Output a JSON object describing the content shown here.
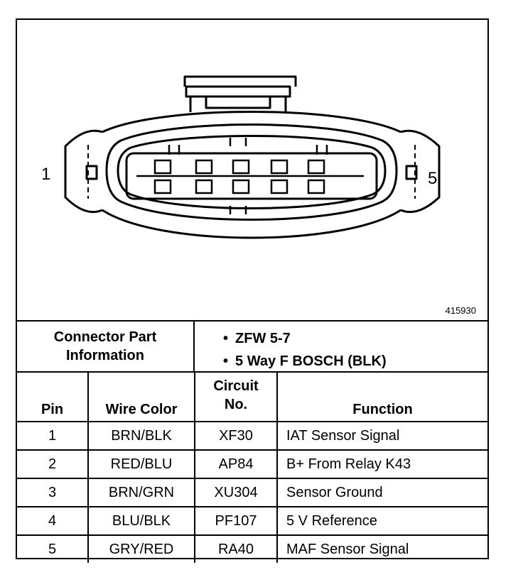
{
  "diagram": {
    "pin_left_label": "1",
    "pin_right_label": "5",
    "figure_id": "415930"
  },
  "connector_info": {
    "label_line1": "Connector Part",
    "label_line2": "Information",
    "items": [
      "ZFW 5-7",
      "5 Way F BOSCH (BLK)"
    ]
  },
  "table": {
    "headers": {
      "pin": "Pin",
      "wire_color": "Wire Color",
      "circuit_line1": "Circuit",
      "circuit_line2": "No.",
      "function": "Function"
    },
    "rows": [
      {
        "pin": "1",
        "wire_color": "BRN/BLK",
        "circuit": "XF30",
        "function": "IAT Sensor Signal"
      },
      {
        "pin": "2",
        "wire_color": "RED/BLU",
        "circuit": "AP84",
        "function": "B+ From Relay K43"
      },
      {
        "pin": "3",
        "wire_color": "BRN/GRN",
        "circuit": "XU304",
        "function": "Sensor Ground"
      },
      {
        "pin": "4",
        "wire_color": "BLU/BLK",
        "circuit": "PF107",
        "function": "5 V Reference"
      },
      {
        "pin": "5",
        "wire_color": "GRY/RED",
        "circuit": "RA40",
        "function": "MAF Sensor Signal"
      }
    ]
  }
}
